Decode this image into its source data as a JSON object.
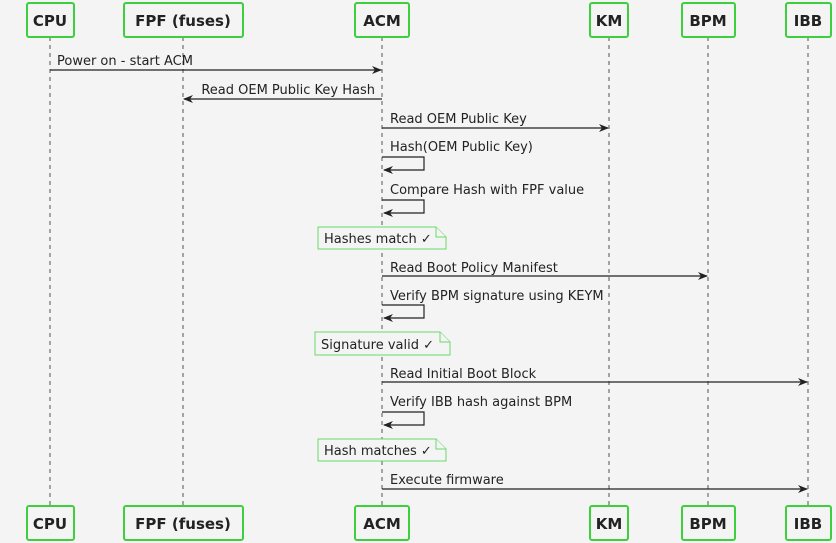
{
  "participants": [
    {
      "id": "cpu",
      "label": "CPU"
    },
    {
      "id": "fpf",
      "label": "FPF (fuses)"
    },
    {
      "id": "acm",
      "label": "ACM"
    },
    {
      "id": "km",
      "label": "KM"
    },
    {
      "id": "bpm",
      "label": "BPM"
    },
    {
      "id": "ibb",
      "label": "IBB"
    }
  ],
  "messages": [
    {
      "label": "Power on - start ACM"
    },
    {
      "label": "Read OEM Public Key Hash"
    },
    {
      "label": "Read OEM Public Key"
    },
    {
      "label": "Hash(OEM Public Key)"
    },
    {
      "label": "Compare Hash with FPF value"
    },
    {
      "label": "Read Boot Policy Manifest"
    },
    {
      "label": "Verify BPM signature using KEYM"
    },
    {
      "label": "Read Initial Boot Block"
    },
    {
      "label": "Verify IBB hash against BPM"
    },
    {
      "label": "Execute firmware"
    }
  ],
  "notes": [
    {
      "label": "Hashes match ✓"
    },
    {
      "label": "Signature valid ✓"
    },
    {
      "label": "Hash matches ✓"
    }
  ],
  "colors": {
    "participant_border": "#3ecf3e",
    "note_border": "#6bd86b",
    "background": "#f4f4f4"
  }
}
